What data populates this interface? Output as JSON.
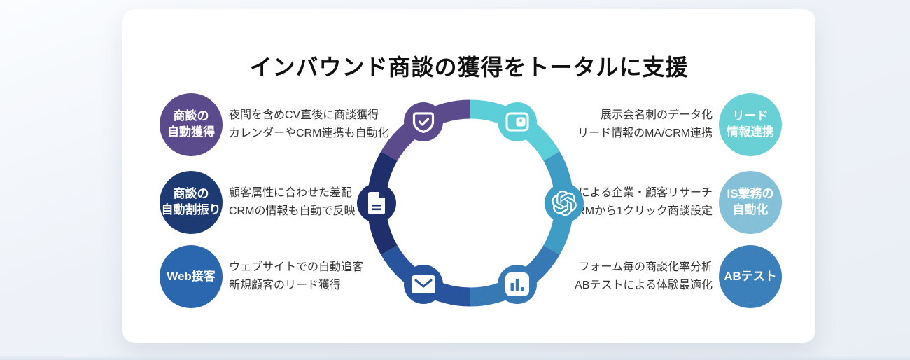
{
  "title": "インバウンド商談の獲得をトータルに支援",
  "left_features": [
    {
      "label_line1": "商談の",
      "label_line2": "自動獲得",
      "desc_line1": "夜間を含めCV直後に商談獲得",
      "desc_line2": "カレンダーやCRM連携も自動化",
      "color": "#5C4B8C",
      "icon": "shield-check-icon"
    },
    {
      "label_line1": "商談の",
      "label_line2": "自動割振り",
      "desc_line1": "顧客属性に合わせた差配",
      "desc_line2": "CRMの情報も自動で反映",
      "color": "#1E3A72",
      "icon": "document-icon"
    },
    {
      "label_line1": "Web接客",
      "label_line2": "",
      "desc_line1": "ウェブサイトでの自動追客",
      "desc_line2": "新規顧客のリード獲得",
      "color": "#2A67AE",
      "icon": "envelope-icon"
    }
  ],
  "right_features": [
    {
      "label_line1": "リード",
      "label_line2": "情報連携",
      "desc_line1": "展示会名刺のデータ化",
      "desc_line2": "リード情報のMA/CRM連携",
      "color": "#69D1D6",
      "icon": "business-card-icon"
    },
    {
      "label_line1": "IS業務の",
      "label_line2": "自動化",
      "desc_line1": "AIによる企業・顧客リサーチ",
      "desc_line2": "CRMから1クリック商談設定",
      "color": "#85C0D9",
      "icon": "openai-icon"
    },
    {
      "label_line1": "ABテスト",
      "label_line2": "",
      "desc_line1": "フォーム毎の商談化率分析",
      "desc_line2": "ABテストによる体験最適化",
      "color": "#3B80BA",
      "icon": "bar-chart-icon"
    }
  ],
  "ring": {
    "segment_colors": {
      "acquire_purple": "#5C4B8C",
      "lead_teal": "#5CCED8",
      "is_blue_teal": "#3F9CC4",
      "ab_blue": "#3779B5",
      "web_mid_navy": "#27549C",
      "assign_navy": "#1F2F6B"
    },
    "icon_color": "#FFFFFF"
  }
}
